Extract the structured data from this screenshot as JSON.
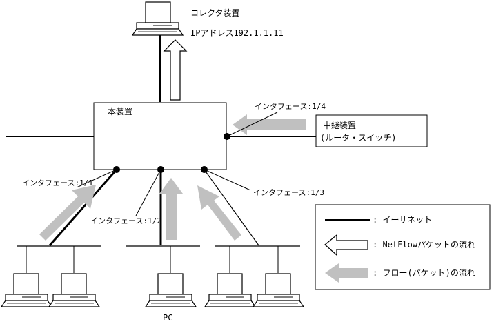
{
  "labels": {
    "collector_title": "コレクタ装置",
    "collector_ip": "IPアドレス192.1.1.11",
    "device_title": "本装置",
    "relay_line1": "中継装置",
    "relay_line2": "(ルータ・スイッチ)",
    "iface_1_4": "インタフェース:1/4",
    "iface_1_1": "インタフェース:1/1",
    "iface_1_2": "インタフェース:1/2",
    "iface_1_3": "インタフェース:1/3",
    "pc_label": "PC"
  },
  "legend": {
    "ethernet": ": イーサネット",
    "netflow": ": NetFlowパケットの流れ",
    "flow": ": フロー(パケット)の流れ"
  },
  "colors": {
    "line": "#000000",
    "flow_arrow": "#c0c0c0",
    "netflow_arrow_fill": "#ffffff",
    "pc_screen": "#ffffff"
  }
}
